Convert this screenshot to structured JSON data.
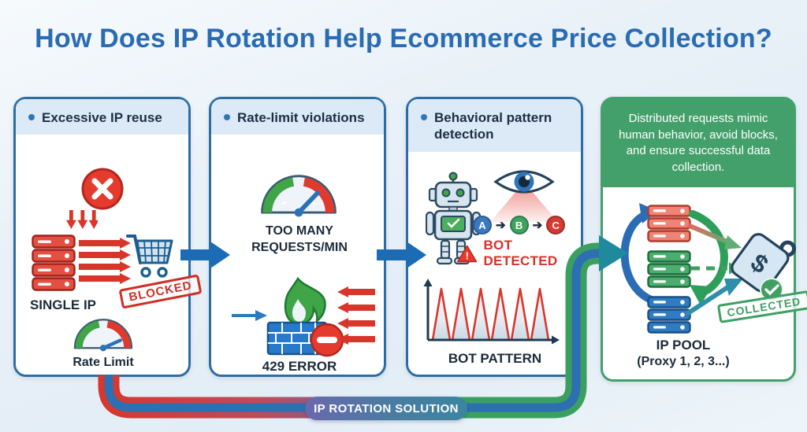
{
  "title": "How Does IP Rotation Help Ecommerce Price Collection?",
  "panels": {
    "p1": {
      "header": "Excessive IP reuse",
      "single_ip": "SINGLE IP",
      "blocked": "BLOCKED",
      "rate_limit": "Rate Limit"
    },
    "p2": {
      "header": "Rate-limit violations",
      "gauge_line1": "TOO MANY",
      "gauge_line2": "REQUESTS/MIN",
      "error": "429 ERROR"
    },
    "p3": {
      "header": "Behavioral pattern detection",
      "steps": [
        "A",
        "B",
        "C"
      ],
      "warning_mark": "!",
      "bot_detected": "BOT DETECTED",
      "bot_pattern": "BOT PATTERN"
    },
    "p4": {
      "header": "Distributed requests mimic human behavior, avoid blocks, and ensure successful data collection.",
      "tag_symbol": "$",
      "collected": "COLLECTED",
      "ip_pool_line1": "IP POOL",
      "ip_pool_line2": "(Proxy 1, 2, 3...)"
    }
  },
  "ribbon": {
    "label": "IP ROTATION SOLUTION"
  },
  "icons": [
    "x-circle-icon",
    "down-arrows-icon",
    "server-stack-icon",
    "request-arrows-icon",
    "cart-icon",
    "gauge-icon",
    "firewall-flame-icon",
    "no-entry-icon",
    "bounce-arrows-icon",
    "robot-icon",
    "eye-icon",
    "warning-triangle-icon",
    "spike-chart-icon",
    "cycle-arrow-icon",
    "price-tag-icon",
    "check-badge-icon",
    "flow-arrow-icon",
    "ribbon-icon"
  ],
  "colors": {
    "title_blue": "#2a6cb3",
    "panel_border_blue": "#2e6da4",
    "header_bg": "#dce9f6",
    "green": "#43a06b",
    "red": "#d9362b",
    "arrow_blue": "#1b6cb5",
    "ribbon_blue": "#2d6fb3",
    "teal": "#1f8a9b"
  }
}
